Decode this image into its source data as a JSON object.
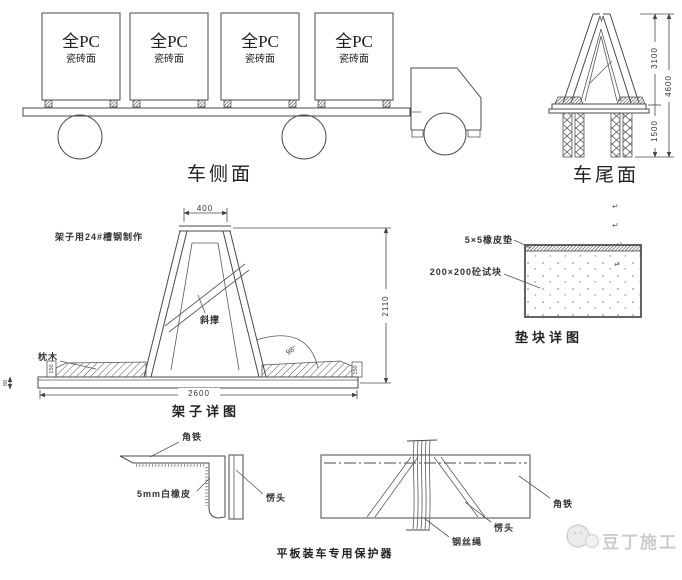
{
  "drawing": {
    "side_view": {
      "caption": "车侧面",
      "panels": [
        {
          "line1": "全PC",
          "line2": "瓷砖面"
        },
        {
          "line1": "全PC",
          "line2": "瓷砖面"
        },
        {
          "line1": "全PC",
          "line2": "瓷砖面"
        },
        {
          "line1": "全PC",
          "line2": "瓷砖面"
        }
      ]
    },
    "rear_view": {
      "caption": "车尾面",
      "dims": {
        "upper": "3100",
        "lower": "1500",
        "total": "4600"
      }
    },
    "frame_detail": {
      "caption": "架子详图",
      "note": "架子用24#槽钢制作",
      "labels": {
        "brace": "斜撑",
        "sleeper": "枕木"
      },
      "dims": {
        "top_width": "400",
        "height": "2110",
        "bottom_width": "2600",
        "angle": "98°",
        "plate_thickness": "80",
        "sleeper_end": "150"
      }
    },
    "pad_detail": {
      "caption": "垫块详图",
      "labels": {
        "rubber": "5×5橡皮垫",
        "block": "200×200砼试块"
      },
      "return_mark": "↵"
    },
    "protectors": {
      "caption": "平板装车专用保护器",
      "left": {
        "angle_iron": "角铁",
        "rubber": "5mm白橡皮",
        "edge": "愣头"
      },
      "right": {
        "wire_rope": "钢丝绳",
        "edge": "愣头",
        "angle_iron": "角铁"
      }
    },
    "watermark": "豆丁施工"
  },
  "colors": {
    "line": "#4a4a4a",
    "text": "#333333",
    "watermark": "#cccccc",
    "background": "#ffffff"
  }
}
